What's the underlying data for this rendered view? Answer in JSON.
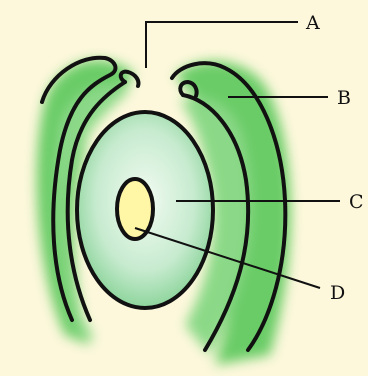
{
  "labels": {
    "a": "A",
    "b": "B",
    "c": "C",
    "d": "D"
  },
  "colors": {
    "background": "#fdf8dc",
    "layer_fill": "#4fc24f",
    "layer_glow": "#8fe08f",
    "inner_body": "#a9dcc0",
    "nucleus": "#fff6a6",
    "outline": "#111111"
  }
}
